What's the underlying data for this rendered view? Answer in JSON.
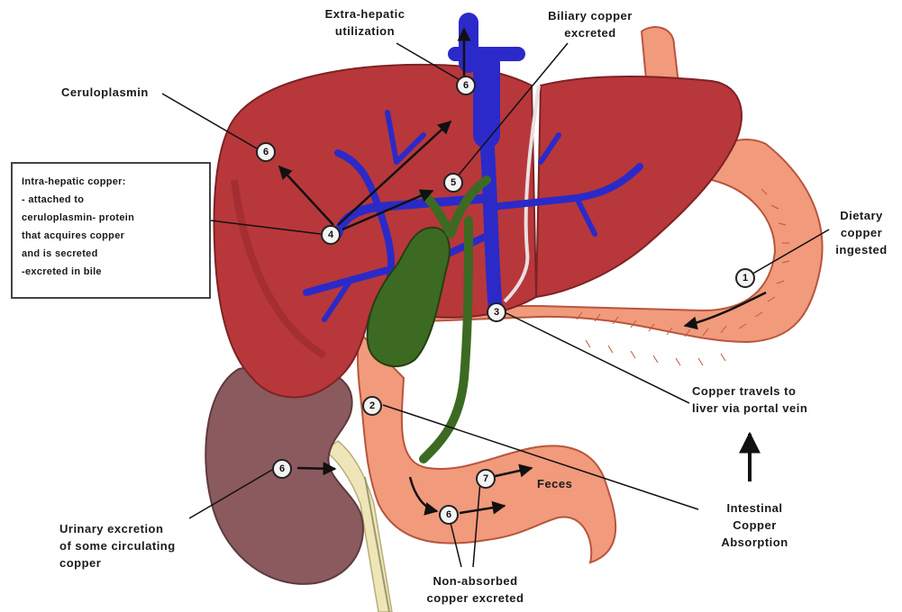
{
  "labels": {
    "extra_hepatic": [
      "Extra-hepatic",
      "utilization"
    ],
    "biliary": [
      "Biliary copper",
      "excreted"
    ],
    "ceruloplasmin": "Ceruloplasmin",
    "intra_hepatic": [
      "Intra-hepatic copper:",
      "- attached to",
      "ceruloplasmin- protein",
      "that acquires copper",
      "and is secreted",
      "-excreted in bile"
    ],
    "dietary": [
      "Dietary",
      "copper",
      "ingested"
    ],
    "portal": [
      "Copper travels to",
      "liver via portal vein"
    ],
    "intestinal": [
      "Intestinal",
      "Copper",
      "Absorption"
    ],
    "urinary": [
      "Urinary excretion",
      "of some circulating",
      "copper"
    ],
    "non_absorbed": [
      "Non-absorbed",
      "copper excreted"
    ],
    "feces": "Feces"
  },
  "badges": {
    "b1": "1",
    "b2": "2",
    "b3": "3",
    "b4": "4",
    "b5_bile": "5",
    "b6_ceruloplasmin": "6",
    "b6_extra": "6",
    "b6_kidney": "6",
    "b6_intestine": "6",
    "b7": "7"
  },
  "colors": {
    "liver": "#b8373a",
    "liver_shade": "#8f2528",
    "vein": "#2b2ac8",
    "gallbladder": "#3d6a22",
    "intestine": "#f19a7c",
    "intestine_line": "#c1563c",
    "kidney": "#8a5a5e",
    "ureter": "#e9e0b0"
  }
}
